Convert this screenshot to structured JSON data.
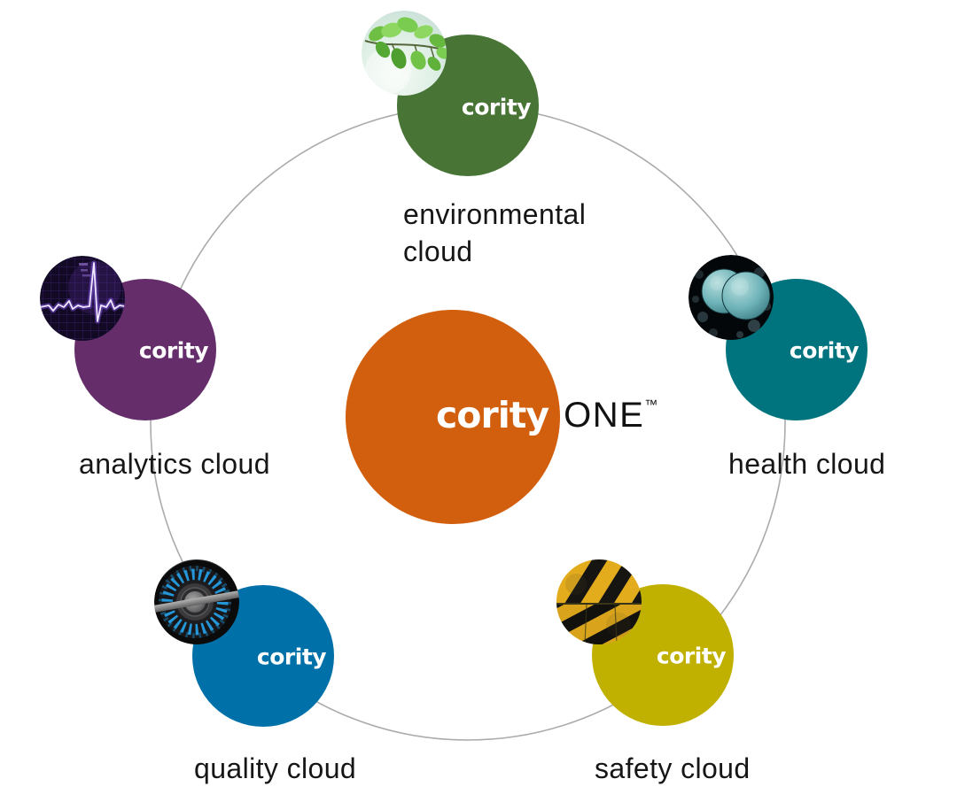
{
  "center": {
    "brand": "cority",
    "product": "ONE",
    "trademark": "™",
    "color": "#d25f0e"
  },
  "ring_color": "#ababab",
  "satellites": [
    {
      "name": "environmental",
      "brand": "cority",
      "label": "environmental cloud",
      "color": "#487436",
      "photo_icon": "leaves-photo"
    },
    {
      "name": "analytics",
      "brand": "cority",
      "label": "analytics cloud",
      "color": "#652e6b",
      "photo_icon": "ekg-waveform-photo"
    },
    {
      "name": "health",
      "brand": "cority",
      "label": "health cloud",
      "color": "#00747e",
      "photo_icon": "bacteria-cells-photo"
    },
    {
      "name": "quality",
      "brand": "cority",
      "label": "quality cloud",
      "color": "#0070a8",
      "photo_icon": "turbine-photo"
    },
    {
      "name": "safety",
      "brand": "cority",
      "label": "safety cloud",
      "color": "#c0b000",
      "photo_icon": "hazard-stripes-photo"
    }
  ]
}
